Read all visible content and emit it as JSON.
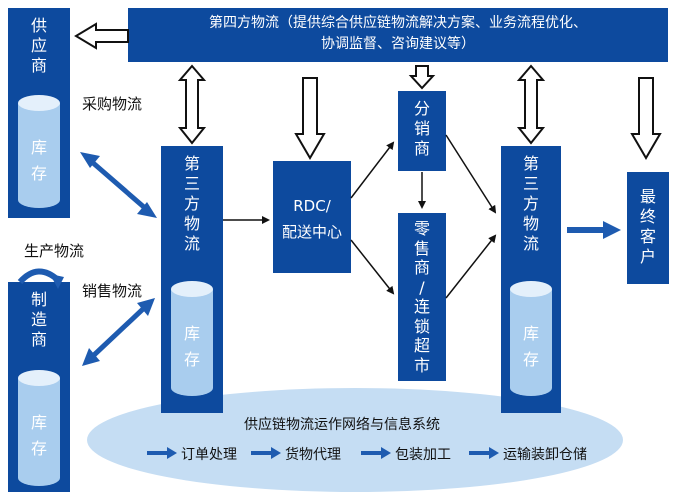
{
  "colors": {
    "box": "#0d4a9e",
    "cylinder_side": "#a9cdee",
    "cylinder_top": "#e4f0fb",
    "ellipse": "#c5ddf3",
    "arrow": "#1e5bb0"
  },
  "fourth_party": {
    "line1": "第四方物流（提供综合供应链物流解决方案、业务流程优化、",
    "line2": "协调监督、咨询建议等）"
  },
  "supplier": {
    "chars": [
      "供",
      "应",
      "商"
    ],
    "inventory": [
      "库",
      "存"
    ]
  },
  "manufacturer": {
    "chars": [
      "制",
      "造",
      "商"
    ],
    "inventory": [
      "库",
      "存"
    ]
  },
  "tpl_left": {
    "chars": [
      "第",
      "三",
      "方",
      "物",
      "流"
    ],
    "inventory": [
      "库",
      "存"
    ]
  },
  "tpl_right": {
    "chars": [
      "第",
      "三",
      "方",
      "物",
      "流"
    ],
    "inventory": [
      "库",
      "存"
    ]
  },
  "rdc": {
    "line1": "RDC/",
    "line2": "配送中心"
  },
  "distributor": {
    "chars": [
      "分",
      "销",
      "商"
    ]
  },
  "retailer": {
    "chars": [
      "零",
      "售",
      "商",
      "/",
      "连",
      "锁",
      "超",
      "市"
    ]
  },
  "customer": {
    "chars": [
      "最",
      "终",
      "客",
      "户"
    ]
  },
  "labels": {
    "procurement": "采购物流",
    "production": "生产物流",
    "sales": "销售物流"
  },
  "network": {
    "title": "供应链物流运作网络与信息系统",
    "steps": [
      "订单处理",
      "货物代理",
      "包装加工",
      "运输装卸仓储"
    ]
  }
}
